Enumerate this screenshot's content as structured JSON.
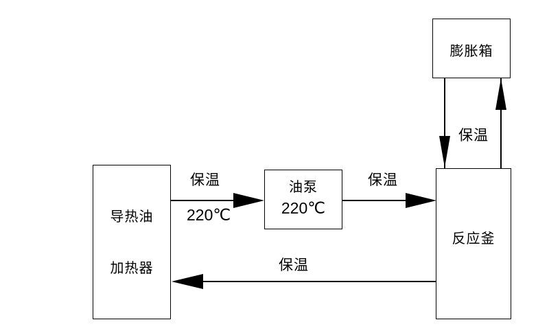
{
  "diagram": {
    "title": "heat-transfer-oil-process-flow",
    "colors": {
      "line": "#000000",
      "background": "#ffffff"
    },
    "nodes": {
      "heater": {
        "line1": "导热油",
        "line2": "加热器"
      },
      "pump": {
        "line1": "油泵",
        "line2": "220℃"
      },
      "reactor": {
        "label": "反应釜"
      },
      "expansion_tank": {
        "label": "膨胀箱"
      }
    },
    "edges": {
      "heater_to_pump": {
        "label_top": "保温",
        "label_bottom": "220℃"
      },
      "pump_to_reactor": {
        "label": "保温"
      },
      "tank_reactor_vertical": {
        "label": "保温"
      },
      "reactor_to_heater": {
        "label": "保温"
      }
    }
  }
}
